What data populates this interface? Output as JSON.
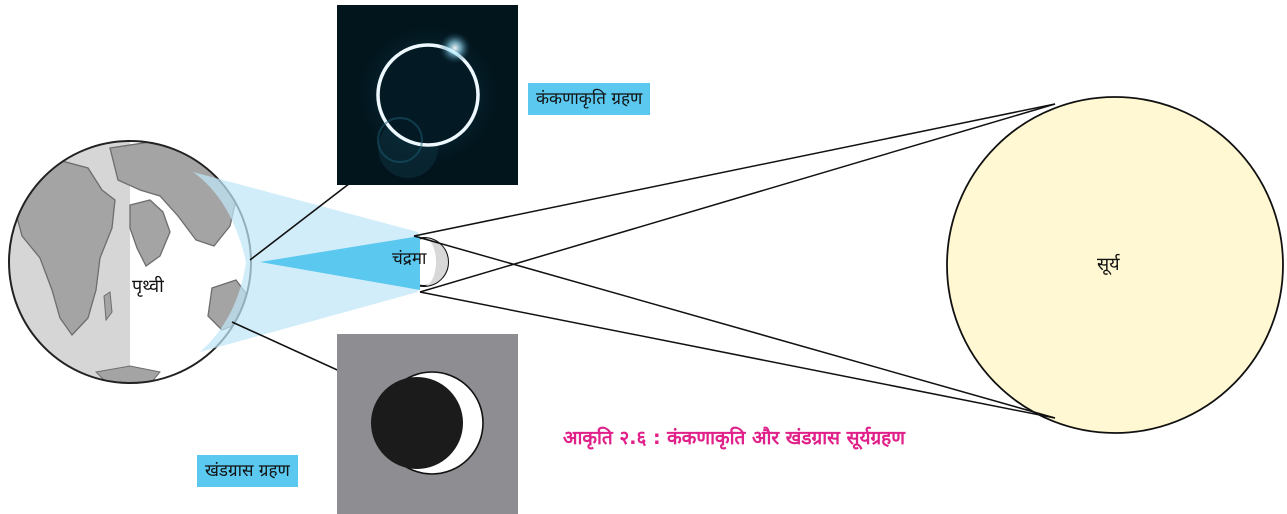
{
  "labels": {
    "annular": "कंकणाकृति ग्रहण",
    "partial": "खंडग्रास ग्रहण",
    "earth": "पृथ्वी",
    "moon": "चंद्रमा",
    "sun": "सूर्य"
  },
  "caption": "आकृति २.६ : कंकणाकृति और खंडग्रास सूर्यग्रहण",
  "colors": {
    "penumbra": "#bfe6f8",
    "antumbra": "#5ac8ef",
    "sun_fill": "#fff8d2",
    "label_bg": "#5bc8ef",
    "caption": "#e0218a",
    "partial_photo_bg": "#8e8e92"
  }
}
